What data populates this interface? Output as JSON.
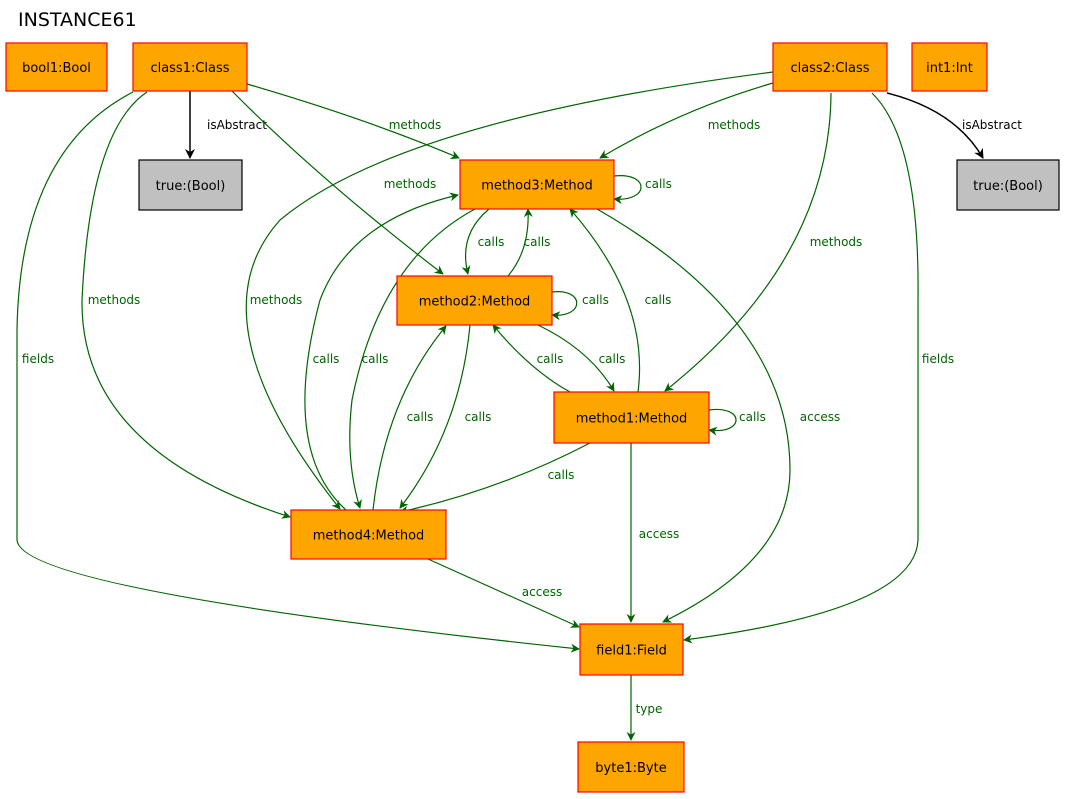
{
  "title": "INSTANCE61",
  "colors": {
    "node_fill": "#ffa500",
    "node_stroke": "#ff0000",
    "value_fill": "#c0c0c0",
    "value_stroke": "#000000",
    "edge_green": "#006400",
    "edge_black": "#000000"
  },
  "nodes": [
    {
      "id": "bool1",
      "label": "bool1:Bool",
      "kind": "object"
    },
    {
      "id": "class1",
      "label": "class1:Class",
      "kind": "object"
    },
    {
      "id": "class2",
      "label": "class2:Class",
      "kind": "object"
    },
    {
      "id": "int1",
      "label": "int1:Int",
      "kind": "object"
    },
    {
      "id": "true1",
      "label": "true:(Bool)",
      "kind": "value"
    },
    {
      "id": "true2",
      "label": "true:(Bool)",
      "kind": "value"
    },
    {
      "id": "method3",
      "label": "method3:Method",
      "kind": "object"
    },
    {
      "id": "method2",
      "label": "method2:Method",
      "kind": "object"
    },
    {
      "id": "method1",
      "label": "method1:Method",
      "kind": "object"
    },
    {
      "id": "method4",
      "label": "method4:Method",
      "kind": "object"
    },
    {
      "id": "field1",
      "label": "field1:Field",
      "kind": "object"
    },
    {
      "id": "byte1",
      "label": "byte1:Byte",
      "kind": "object"
    }
  ],
  "edges": [
    {
      "from": "class1",
      "to": "true1",
      "label": "isAbstract",
      "color": "black"
    },
    {
      "from": "class2",
      "to": "true2",
      "label": "isAbstract",
      "color": "black"
    },
    {
      "from": "class1",
      "to": "method3",
      "label": "methods",
      "color": "green"
    },
    {
      "from": "class1",
      "to": "method2",
      "label": "methods",
      "color": "green"
    },
    {
      "from": "class1",
      "to": "method4",
      "label": "methods",
      "color": "green"
    },
    {
      "from": "class1",
      "to": "field1",
      "label": "fields",
      "color": "green"
    },
    {
      "from": "class2",
      "to": "method3",
      "label": "methods",
      "color": "green"
    },
    {
      "from": "class2",
      "to": "method4",
      "label": "methods",
      "color": "green"
    },
    {
      "from": "class2",
      "to": "method1",
      "label": "methods",
      "color": "green"
    },
    {
      "from": "class2",
      "to": "field1",
      "label": "fields",
      "color": "green"
    },
    {
      "from": "method3",
      "to": "method3",
      "label": "calls",
      "color": "green"
    },
    {
      "from": "method3",
      "to": "method2",
      "label": "calls",
      "color": "green"
    },
    {
      "from": "method2",
      "to": "method3",
      "label": "calls",
      "color": "green"
    },
    {
      "from": "method2",
      "to": "method2",
      "label": "calls",
      "color": "green"
    },
    {
      "from": "method1",
      "to": "method3",
      "label": "calls",
      "color": "green"
    },
    {
      "from": "method2",
      "to": "method1",
      "label": "calls",
      "color": "green"
    },
    {
      "from": "method1",
      "to": "method2",
      "label": "calls",
      "color": "green"
    },
    {
      "from": "method1",
      "to": "method1",
      "label": "calls",
      "color": "green"
    },
    {
      "from": "method4",
      "to": "method3",
      "label": "calls",
      "color": "green"
    },
    {
      "from": "method3",
      "to": "method4",
      "label": "calls",
      "color": "green"
    },
    {
      "from": "method4",
      "to": "method2",
      "label": "calls",
      "color": "green"
    },
    {
      "from": "method2",
      "to": "method4",
      "label": "calls",
      "color": "green"
    },
    {
      "from": "method1",
      "to": "method4",
      "label": "calls",
      "color": "green"
    },
    {
      "from": "method3",
      "to": "field1",
      "label": "access",
      "color": "green"
    },
    {
      "from": "method1",
      "to": "field1",
      "label": "access",
      "color": "green"
    },
    {
      "from": "method4",
      "to": "field1",
      "label": "access",
      "color": "green"
    },
    {
      "from": "field1",
      "to": "byte1",
      "label": "type",
      "color": "green"
    }
  ]
}
